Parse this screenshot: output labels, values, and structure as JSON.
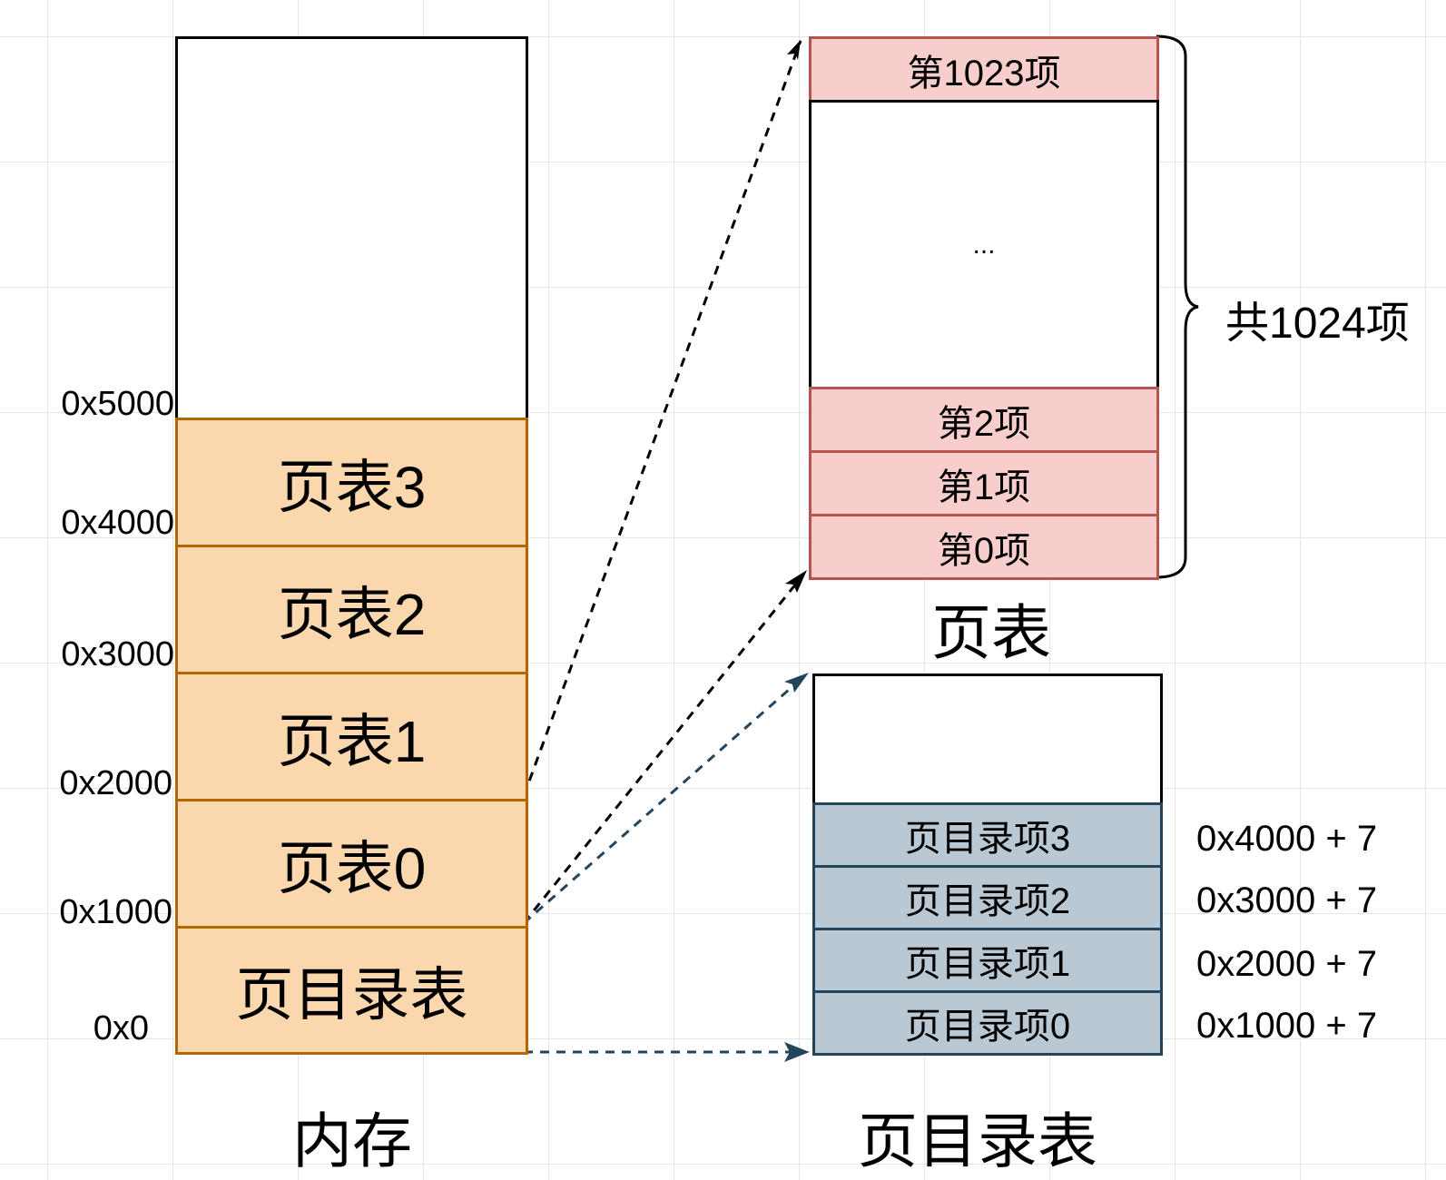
{
  "memory": {
    "caption": "内存",
    "blocks": [
      "页表3",
      "页表2",
      "页表1",
      "页表0",
      "页目录表"
    ],
    "addresses": [
      "0x5000",
      "0x4000",
      "0x3000",
      "0x2000",
      "0x1000",
      "0x0"
    ]
  },
  "page_table": {
    "caption": "页表",
    "entries": [
      "第1023项",
      "...",
      "第2项",
      "第1项",
      "第0项"
    ],
    "brace_label": "共1024项"
  },
  "page_directory": {
    "caption": "页目录表",
    "entries": [
      "页目录项3",
      "页目录项2",
      "页目录项1",
      "页目录项0"
    ],
    "values": [
      "0x4000 + 7",
      "0x3000 + 7",
      "0x2000 + 7",
      "0x1000 + 7"
    ]
  },
  "colors": {
    "memory_fill": "#fad7ac",
    "memory_stroke": "#b46504",
    "page_table_fill": "#f8cecc",
    "page_table_stroke": "#b85450",
    "page_dir_fill": "#bac8d3",
    "page_dir_stroke": "#23445d",
    "arrow_black": "#000000",
    "arrow_navy": "#23445d"
  }
}
